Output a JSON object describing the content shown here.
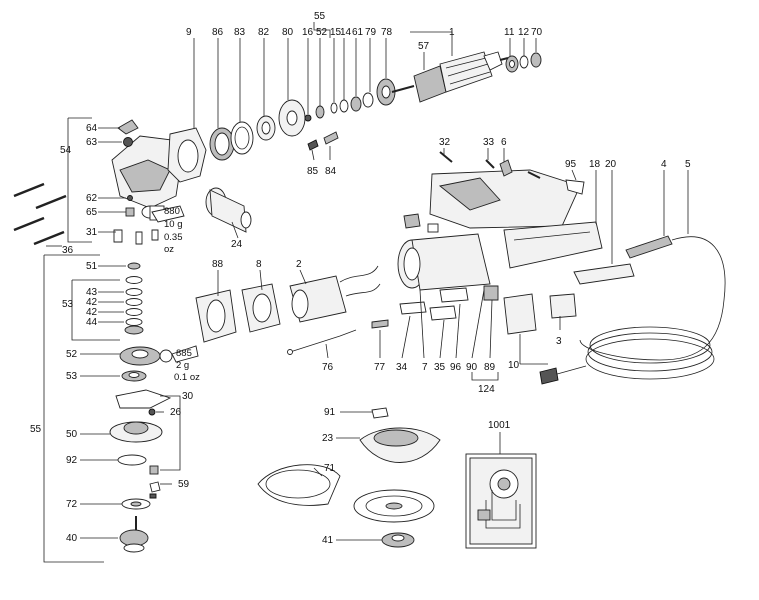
{
  "labels": {
    "p1": "1",
    "p2": "2",
    "p3": "3",
    "p4": "4",
    "p5": "5",
    "p6": "6",
    "p7": "7",
    "p8": "8",
    "p9": "9",
    "p10": "10",
    "p11": "11",
    "p12": "12",
    "p14": "14",
    "p15": "15",
    "p16": "16",
    "p18": "18",
    "p20": "20",
    "p23": "23",
    "p24": "24",
    "p26": "26",
    "p30": "30",
    "p31": "31",
    "p32": "32",
    "p33": "33",
    "p34": "34",
    "p35": "35",
    "p36": "36",
    "p40": "40",
    "p41": "41",
    "p42a": "42",
    "p42b": "42",
    "p43": "43",
    "p44": "44",
    "p50": "50",
    "p51": "51",
    "p52": "52",
    "p52b": "52",
    "p53a": "53",
    "p53b": "53",
    "p54": "54",
    "p55a": "55",
    "p55b": "55",
    "p57": "57",
    "p59": "59",
    "p61": "61",
    "p62": "62",
    "p63": "63",
    "p64": "64",
    "p65": "65",
    "p70": "70",
    "p71": "71",
    "p72": "72",
    "p76": "76",
    "p77": "77",
    "p78": "78",
    "p79": "79",
    "p80": "80",
    "p82": "82",
    "p83": "83",
    "p84": "84",
    "p85": "85",
    "p86": "86",
    "p88": "88",
    "p89": "89",
    "p90": "90",
    "p91": "91",
    "p92": "92",
    "p95": "95",
    "p96": "96",
    "p124": "124",
    "p1001": "1001"
  },
  "notes": {
    "grease880_num": "880",
    "grease880_qty": "10 g",
    "grease880_oz": "0.35",
    "grease880_unit": "oz",
    "grease885_num": "885",
    "grease885_qty": "2 g",
    "grease885_oz": "0.1 oz"
  },
  "colors": {
    "line": "#222222",
    "part_fill": "#f2f2f2",
    "dark_fill": "#bdbdbd"
  }
}
